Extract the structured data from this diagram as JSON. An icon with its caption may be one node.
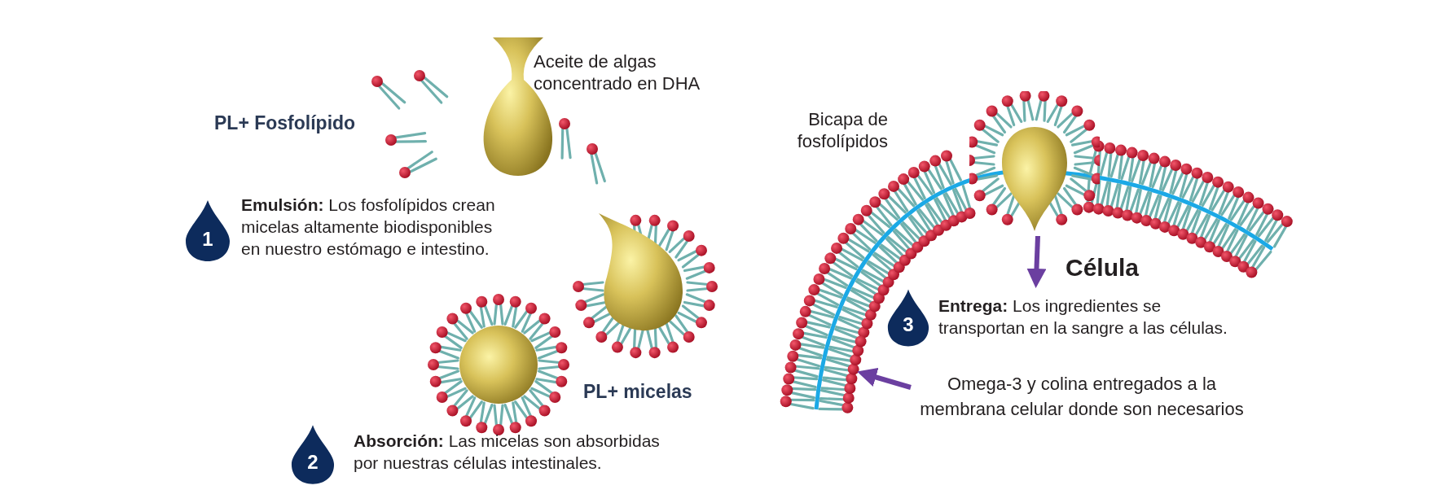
{
  "diagram": {
    "nodes": [
      {
        "text": [
          "1"
        ],
        "beside": [
          "**Emulsión:** Los fosfolípidos crean micelas altamente biodisponibles en nuestro estómago e intestino."
        ]
      },
      {
        "text": [
          "2"
        ],
        "beside": [
          "**Absorción:** Las micelas son absorbidas por nuestras células intestinales."
        ]
      },
      {
        "text": [],
        "shape": "picture"
      },
      {
        "text": [
          "Célula"
        ]
      },
      {
        "text": [
          "3"
        ],
        "beside": [
          "**Entrega:** Los ingredientes se transportan en la sangre a las células."
        ]
      },
      {
        "text": [
          "Omega-3 y colina entregados a la membrana celular donde son necesarios"
        ]
      },
      {
        "text": [],
        "shape": "picture"
      }
    ],
    "edges": [
      {
        "from": 2,
        "to": 3,
        "arrow": "to"
      },
      {
        "from": 5,
        "to": 6,
        "arrow": "to"
      }
    ],
    "labels": [
      "Aceite de algas concentrado en DHA",
      "PL+ Fosfolípido",
      "Bicapa de fosfolípidos",
      "PL+ micelas"
    ]
  }
}
